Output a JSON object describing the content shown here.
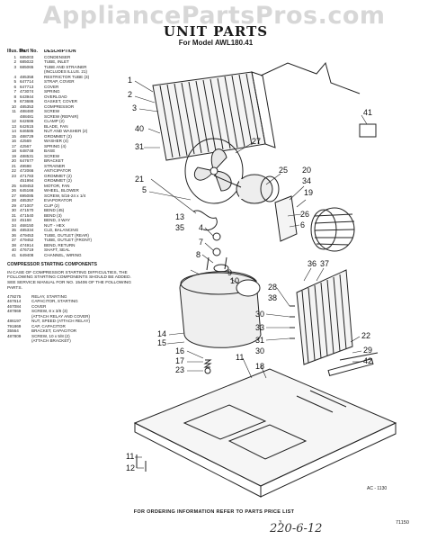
{
  "watermark": "AppliancePartsPros.com",
  "header": {
    "title": "UNIT PARTS",
    "subtitle": "For Model AWL180.41"
  },
  "parts_list": {
    "col_illus": "Illus. No.",
    "col_part": "Part No.",
    "col_desc": "DESCRIPTION",
    "items": [
      [
        "1",
        "685003",
        "CONDENSER"
      ],
      [
        "2",
        "685022",
        "TUBE, INLET"
      ],
      [
        "3",
        "685065",
        "TUBE AND STRAINER"
      ],
      [
        "",
        "",
        "(INCLUDES ILLUS. 21)"
      ],
      [
        "4",
        "485358",
        "RESTRICTOR TUBE (3)"
      ],
      [
        "5",
        "647714",
        "STRAP, COVER"
      ],
      [
        "6",
        "647713",
        "COVER"
      ],
      [
        "7",
        "473074",
        "SPRING"
      ],
      [
        "8",
        "643944",
        "OVERLOAD"
      ],
      [
        "9",
        "673686",
        "GASKET, COVER"
      ],
      [
        "10",
        "485353",
        "COMPRESSOR"
      ],
      [
        "11",
        "488480",
        "SCREW"
      ],
      [
        "",
        "488481",
        "SCREW (REPAIR)"
      ],
      [
        "12",
        "642686",
        "CLAMP (2)"
      ],
      [
        "13",
        "642615",
        "BLADE, FAN"
      ],
      [
        "14",
        "646585",
        "NUT AND WASHER (2)"
      ],
      [
        "15",
        "488729",
        "GROMMET (2)"
      ],
      [
        "16",
        "42569",
        "WASHER (4)"
      ],
      [
        "17",
        "42567",
        "SPRING (4)"
      ],
      [
        "18",
        "648748",
        "BASE"
      ],
      [
        "19",
        "488531",
        "SCREW"
      ],
      [
        "20",
        "647677",
        "BRACKET"
      ],
      [
        "21",
        "49598",
        "STRAINER"
      ],
      [
        "22",
        "472066",
        "ANTICIPATOR"
      ],
      [
        "23",
        "471783",
        "GROMMET (2)"
      ],
      [
        "",
        "451994",
        "GROMMET (2)"
      ],
      [
        "25",
        "649453",
        "MOTOR, FAN"
      ],
      [
        "26",
        "645166",
        "WHEEL, BLOWER"
      ],
      [
        "27",
        "695085",
        "SCREW, 5/16-24 x 1/4"
      ],
      [
        "28",
        "485357",
        "EVAPORATOR"
      ],
      [
        "29",
        "471007",
        "CLIP (2)"
      ],
      [
        "30",
        "471570",
        "BEND (45)"
      ],
      [
        "31",
        "471540",
        "BEND (3)"
      ],
      [
        "33",
        "45168",
        "BEND, 3 WAY"
      ],
      [
        "34",
        "468150",
        "NUT - HEX"
      ],
      [
        "35",
        "485334",
        "CLD, BALANCING"
      ],
      [
        "36",
        "479453",
        "TUBE, OUTLET (REAR)"
      ],
      [
        "37",
        "479452",
        "TUBE, OUTLET (FRONT)"
      ],
      [
        "38",
        "474914",
        "BEND, RETURN"
      ],
      [
        "40",
        "476719",
        "SHAFT, SEAL"
      ],
      [
        "41",
        "649408",
        "CHANNEL, WIRING"
      ]
    ],
    "comp_title": "COMPRESSOR STARTING COMPONENTS",
    "comp_note": "IN CASE OF COMPRESSOR STARTING DIFFICULTIES, THE FOLLOWING STARTING COMPONENTS SHOULD BE ADDED. SEE SERVICE MANUAL FOR NO. 15406 OF THE FOLLOWING PARTS.",
    "comp_items": [
      [
        "479275",
        "RELAY, STARTING"
      ],
      [
        "467614",
        "CAPACITOR, STARTING"
      ],
      [
        "467084",
        "COVER"
      ],
      [
        "487869",
        "SCREW, 8 x 3/8 (3)"
      ],
      [
        "",
        "(ATTACH RELAY AND COVER)"
      ],
      [
        "486197",
        "NUT, SPEED (ATTACH RELAY)"
      ],
      [
        "791869",
        "CAP, CAPACITOR"
      ],
      [
        "35564",
        "BRACKET, CAPACITOR"
      ],
      [
        "487809",
        "SCREW, 10 x 5/8 (2)"
      ],
      [
        "",
        "(ATTACH BRACKET)"
      ]
    ]
  },
  "callouts": {
    "c1": "1",
    "c2": "2",
    "c3": "3",
    "c4": "4",
    "c5": "5",
    "c6": "6",
    "c7": "7",
    "c8": "8",
    "c9": "9",
    "c10": "10",
    "c11": "11",
    "c11b": "11",
    "c12": "12",
    "c13": "13",
    "c14": "14",
    "c15": "15",
    "c16": "16",
    "c17": "17",
    "c18": "18",
    "c19": "19",
    "c20": "20",
    "c21": "21",
    "c22": "22",
    "c23": "23",
    "c25": "25",
    "c26": "26",
    "c27": "27",
    "c28": "28",
    "c29": "29",
    "c30": "30",
    "c30b": "30",
    "c31": "31",
    "c31b": "31",
    "c33": "33",
    "c34": "34",
    "c35": "35",
    "c36": "36",
    "c37": "37",
    "c38": "38",
    "c40": "40",
    "c41": "41",
    "c42": "42"
  },
  "footer": {
    "order_info": "FOR ORDERING INFORMATION REFER TO PARTS PRICE LIST",
    "page_number": "3",
    "doc_number": "71150",
    "figure_ref": "AC - 1130",
    "handwritten": "220-6-12"
  }
}
